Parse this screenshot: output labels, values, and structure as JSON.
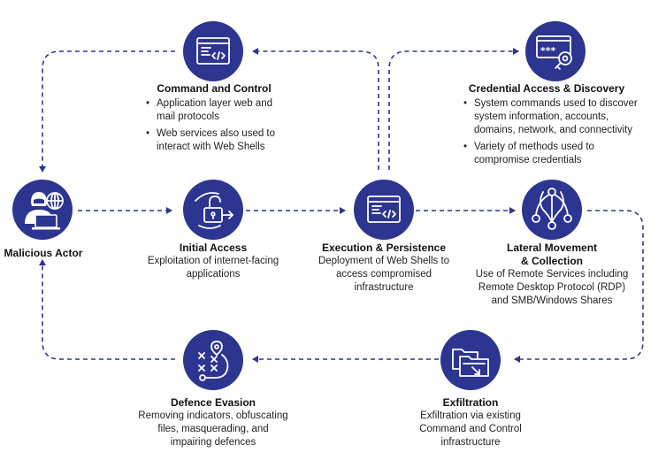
{
  "colors": {
    "node": "#2c3590",
    "arrow": "#2c3590",
    "icon": "#ffffff"
  },
  "actor": {
    "label": "Malicious Actor",
    "icon": "hacker-with-globe-icon"
  },
  "command_control": {
    "title": "Command and Control",
    "icon": "code-window-icon",
    "bullets": [
      "Application layer web and mail protocols",
      "Web services also used to interact with Web Shells"
    ]
  },
  "credential": {
    "title": "Credential Access & Discovery",
    "icon": "password-key-icon",
    "bullets": [
      "System commands used to discover system information, accounts, domains, network, and connectivity",
      "Variety of methods used to compromise credentials"
    ]
  },
  "initial_access": {
    "title": "Initial Access",
    "icon": "unlock-icon",
    "desc": "Exploitation of internet-facing applications"
  },
  "execution": {
    "title": "Execution & Persistence",
    "icon": "code-window-icon",
    "desc": "Deployment of Web Shells to access compromised infrastructure"
  },
  "lateral": {
    "title_line1": "Lateral Movement",
    "title_line2": "& Collection",
    "icon": "network-nodes-icon",
    "desc": "Use of Remote Services including Remote Desktop Protocol (RDP) and SMB/Windows Shares"
  },
  "defence": {
    "title": "Defence Evasion",
    "icon": "strategy-map-icon",
    "desc": "Removing indicators, obfuscating files, masquerading, and impairing defences"
  },
  "exfiltration": {
    "title": "Exfiltration",
    "icon": "folders-icon",
    "desc": "Exfiltration via existing Command and Control infrastructure"
  }
}
